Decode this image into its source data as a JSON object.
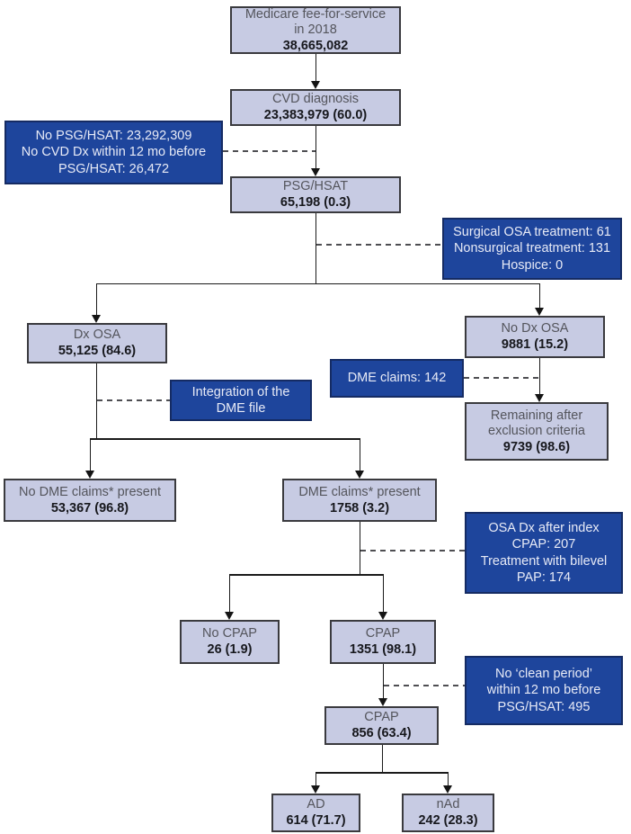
{
  "diagram": {
    "type": "patient-flow-chart",
    "colors": {
      "light_box_fill": "#c7cbe3",
      "light_box_border": "#3a3a3e",
      "dark_box_fill": "#1e459c",
      "dark_box_border": "#152b63",
      "dark_box_text": "#e7eaf6",
      "light_box_label_text": "#54555c",
      "light_box_value_text": "#17181d",
      "connector_line": "#1a1a1a",
      "dashed_line": "#4e4e52"
    },
    "nodes": {
      "medicare": {
        "lines": [
          "Medicare fee-for-service",
          "in 2018"
        ],
        "value": "38,665,082"
      },
      "cvd": {
        "lines": [
          "CVD diagnosis"
        ],
        "value": "23,383,979 (60.0)"
      },
      "psg_hsat": {
        "lines": [
          "PSG/HSAT"
        ],
        "value": "65,198 (0.3)"
      },
      "dx_osa": {
        "lines": [
          "Dx OSA"
        ],
        "value": "55,125 (84.6)"
      },
      "no_dx_osa": {
        "lines": [
          "No Dx OSA"
        ],
        "value": "9881 (15.2)"
      },
      "remaining": {
        "lines": [
          "Remaining after",
          "exclusion criteria"
        ],
        "value": "9739 (98.6)"
      },
      "no_dme_claims": {
        "lines": [
          "No DME claims* present"
        ],
        "value": "53,367 (96.8)"
      },
      "dme_claims": {
        "lines": [
          "DME claims* present"
        ],
        "value": "1758 (3.2)"
      },
      "no_cpap": {
        "lines": [
          "No CPAP"
        ],
        "value": "26 (1.9)"
      },
      "cpap_initial": {
        "lines": [
          "CPAP"
        ],
        "value": "1351 (98.1)"
      },
      "cpap_clean": {
        "lines": [
          "CPAP"
        ],
        "value": "856 (63.4)"
      },
      "ad": {
        "lines": [
          "AD"
        ],
        "value": "614 (71.7)"
      },
      "nad": {
        "lines": [
          "nAd"
        ],
        "value": "242 (28.3)"
      }
    },
    "exclusions": {
      "no_psg": {
        "lines": [
          "No PSG/HSAT: 23,292,309",
          "No CVD Dx within 12 mo before",
          "PSG/HSAT: 26,472"
        ]
      },
      "treated": {
        "lines": [
          "Surgical OSA treatment: 61",
          "Nonsurgical treatment: 131",
          "Hospice: 0"
        ]
      },
      "dme_claims_142": {
        "lines": [
          "DME claims: 142"
        ]
      },
      "integration": {
        "lines": [
          "Integration of the",
          "DME file"
        ]
      },
      "osa_dx_after": {
        "lines": [
          "OSA Dx after index",
          "CPAP: 207",
          "Treatment with bilevel",
          "PAP: 174"
        ]
      },
      "no_clean_period": {
        "lines": [
          "No ‘clean period’",
          "within 12 mo before",
          "PSG/HSAT: 495"
        ]
      }
    }
  }
}
